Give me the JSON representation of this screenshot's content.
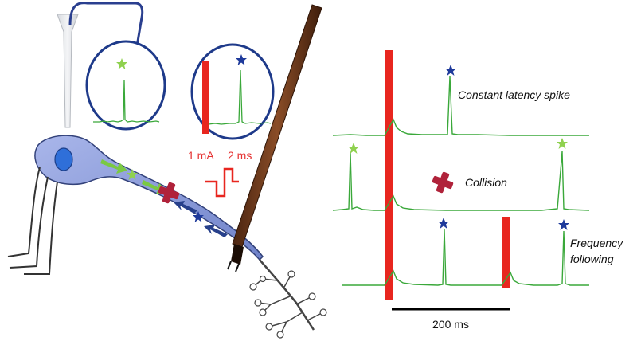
{
  "stimulus": {
    "current": "1 mA",
    "duration": "2 ms"
  },
  "traces": {
    "constant_latency": "Constant latency spike",
    "collision": "Collision",
    "frequency_following_line1": "Frequency",
    "frequency_following_line2": "following"
  },
  "scalebar": {
    "label": "200 ms"
  },
  "colors": {
    "trace": "#3aa83a",
    "stimulus": "#e8261f",
    "electrode": "#6b3a1f",
    "neuron": "#7f93d6",
    "nucleus": "#2f6fd9",
    "star_green": "#8fd14f",
    "star_blue": "#1e3a9b",
    "collision_x": "#b0223a",
    "antidromic_arrow": "#27408b",
    "orthodromic_arrow": "#7ac943"
  },
  "icons": {
    "orthodromic_spike": "green-star-icon",
    "antidromic_spike": "blue-star-icon",
    "collision": "red-x-icon"
  }
}
